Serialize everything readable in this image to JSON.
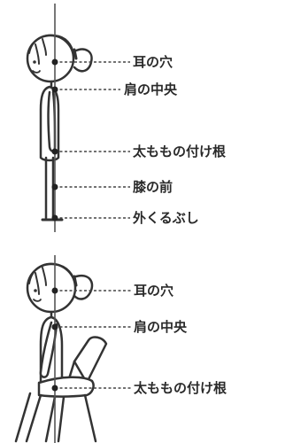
{
  "standing": {
    "labels": {
      "ear_hole": "耳の穴",
      "shoulder_center": "肩の中央",
      "thigh_base": "太ももの付け根",
      "knee_front": "膝の前",
      "outer_ankle": "外くるぶし"
    }
  },
  "sitting": {
    "labels": {
      "ear_hole": "耳の穴",
      "shoulder_center": "肩の中央",
      "thigh_base": "太ももの付け根"
    }
  },
  "colors": {
    "line": "#333333",
    "text": "#2a2a2a",
    "dot": "#222222"
  }
}
